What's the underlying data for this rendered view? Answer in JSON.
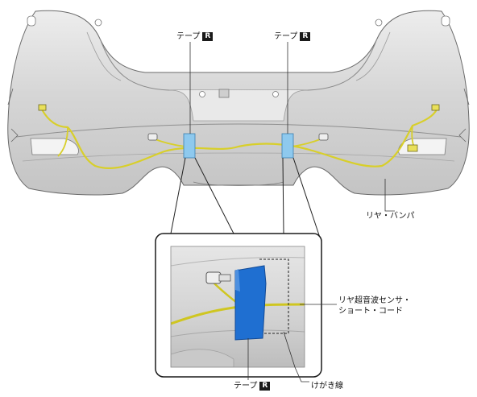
{
  "labels": {
    "tape_word": "テープ",
    "tape_badge": "R",
    "rear_bumper": "リヤ・バンパ",
    "sensor_cord_line1": "リヤ超音波センサ・",
    "sensor_cord_line2": "ショート・コード",
    "scribe_line": "けがき線"
  },
  "colors": {
    "tape_blue": "#1f6fd1",
    "tape_light_blue": "#8ec9ee",
    "harness_yellow": "#e6df3a",
    "bumper_gray": "#d9d9d9"
  },
  "icons": [
    "badge-r"
  ]
}
